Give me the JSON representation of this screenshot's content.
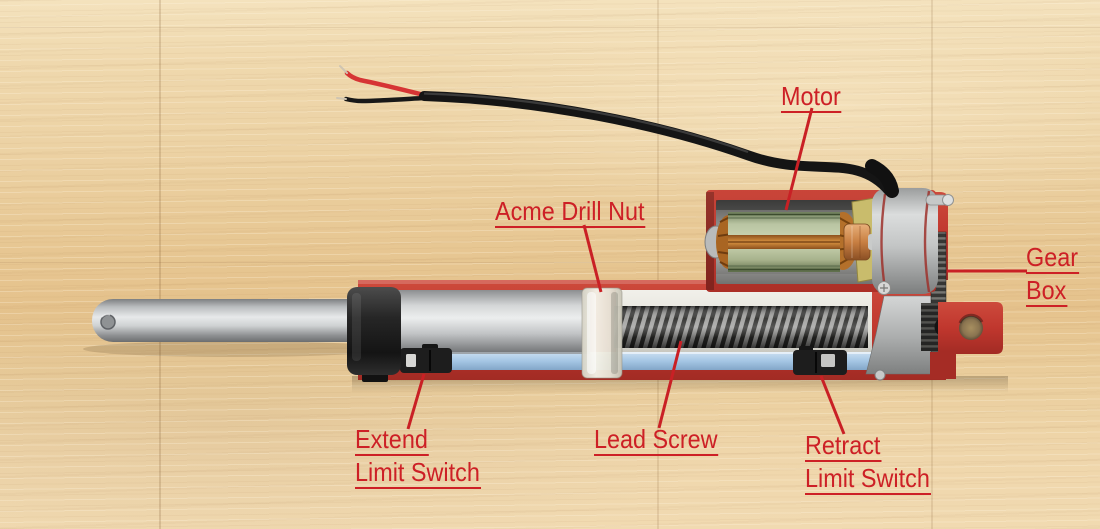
{
  "figure": {
    "description": "Cutaway photograph of a 12V linear actuator lying on a beech wood surface, annotated with red labels and leader lines identifying internal parts",
    "background": "light beech wood grain"
  },
  "colors": {
    "annotation_red": "#cd2026",
    "housing_red": "#c0372e",
    "circuit_strip_blue": "#a5c6e4",
    "metal_silver": "#cdd0d1",
    "rotor_green": "#b9c4a2",
    "winding_copper": "#c27a2e",
    "cable_black": "#171717",
    "nut_white": "#efede2",
    "wood_base": "#ecd2a4"
  },
  "labels": {
    "motor": {
      "text": "Motor"
    },
    "gear_box": {
      "line1": "Gear",
      "line2": "Box"
    },
    "acme_drill_nut": {
      "text": "Acme Drill Nut"
    },
    "extend_limit_switch": {
      "line1": "Extend",
      "line2": "Limit Switch"
    },
    "lead_screw": {
      "text": "Lead Screw"
    },
    "retract_limit_switch": {
      "line1": "Retract",
      "line2": "Limit Switch"
    }
  }
}
